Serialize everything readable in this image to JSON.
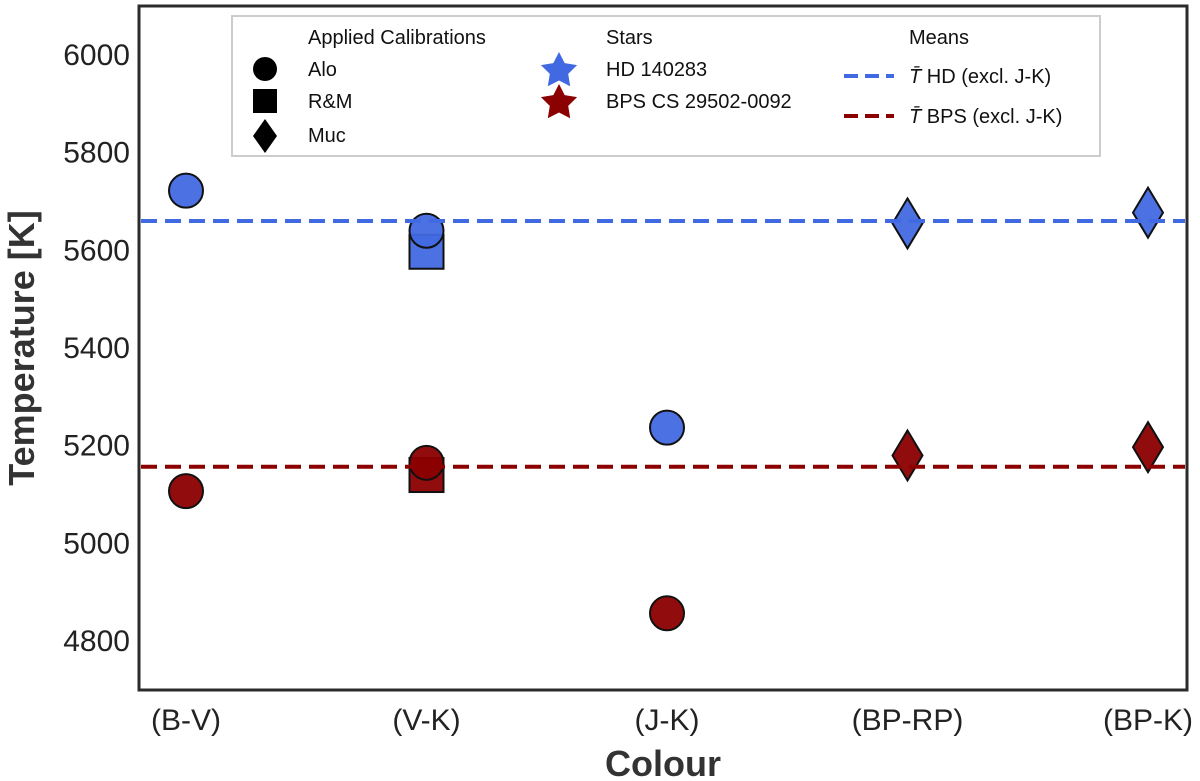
{
  "chart_data": {
    "type": "scatter",
    "xlabel": "Colour",
    "ylabel": "Temperature [K]",
    "categories": [
      "(B-V)",
      "(V-K)",
      "(J-K)",
      "(BP-RP)",
      "(BP-K)"
    ],
    "ylim": [
      4700,
      6100
    ],
    "yticks": [
      4800,
      5000,
      5200,
      5400,
      5600,
      5800,
      6000
    ],
    "grid": false,
    "legend_placement": "top-center",
    "colors": {
      "hd": "#4169e1",
      "bps": "#8b0000"
    },
    "series": [
      {
        "name": "HD 140283",
        "color_key": "hd",
        "points": [
          {
            "category": "(B-V)",
            "calibration": "Alo",
            "value": 5722
          },
          {
            "category": "(V-K)",
            "calibration": "R&M",
            "value": 5597
          },
          {
            "category": "(V-K)",
            "calibration": "Alo",
            "value": 5640
          },
          {
            "category": "(J-K)",
            "calibration": "Alo",
            "value": 5237
          },
          {
            "category": "(BP-RP)",
            "calibration": "Muc",
            "value": 5655
          },
          {
            "category": "(BP-K)",
            "calibration": "Muc",
            "value": 5677
          }
        ]
      },
      {
        "name": "BPS CS 29502-0092",
        "color_key": "bps",
        "points": [
          {
            "category": "(B-V)",
            "calibration": "Alo",
            "value": 5107
          },
          {
            "category": "(V-K)",
            "calibration": "R&M",
            "value": 5140
          },
          {
            "category": "(V-K)",
            "calibration": "Alo",
            "value": 5165
          },
          {
            "category": "(J-K)",
            "calibration": "Alo",
            "value": 4857
          },
          {
            "category": "(BP-RP)",
            "calibration": "Muc",
            "value": 5180
          },
          {
            "category": "(BP-K)",
            "calibration": "Muc",
            "value": 5197
          }
        ]
      }
    ],
    "means": [
      {
        "label": "T̄ HD (excl. J-K)",
        "label_symbol": "T̄",
        "label_rest": " HD (excl. J-K)",
        "value": 5660,
        "color_key": "hd",
        "style": "dashed"
      },
      {
        "label": "T̄ BPS (excl. J-K)",
        "label_symbol": "T̄",
        "label_rest": " BPS (excl. J-K)",
        "value": 5157,
        "color_key": "bps",
        "style": "dashed"
      }
    ],
    "legend": {
      "calibrations_title": "Applied Calibrations",
      "calibrations": [
        {
          "label": "Alo",
          "marker": "circle"
        },
        {
          "label": "R&M",
          "marker": "square"
        },
        {
          "label": "Muc",
          "marker": "diamond"
        }
      ],
      "stars_title": "Stars",
      "stars": [
        {
          "label": "HD 140283",
          "color_key": "hd",
          "marker": "star"
        },
        {
          "label": "BPS CS 29502-0092",
          "color_key": "bps",
          "marker": "star"
        }
      ],
      "means_title": "Means"
    }
  }
}
